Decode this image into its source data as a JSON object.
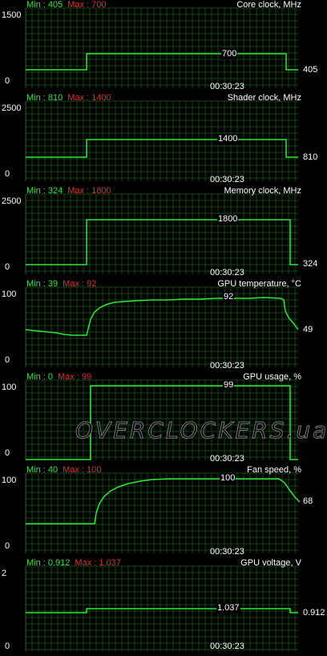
{
  "graphs": [
    {
      "id": "core",
      "title": "Core clock, MHz",
      "min_label": "Min : 405",
      "max_label": "Max : 700",
      "y_top": "1500",
      "y_bottom": "0",
      "time": "00:30:23",
      "peak_label": "700",
      "current_label": "405",
      "line_color": "#2fe83a"
    },
    {
      "id": "shader",
      "title": "Shader clock, MHz",
      "min_label": "Min : 810",
      "max_label": "Max : 1400",
      "y_top": "2500",
      "y_bottom": "0",
      "time": "00:30:23",
      "peak_label": "1400",
      "current_label": "810",
      "line_color": "#2fe83a"
    },
    {
      "id": "memory",
      "title": "Memory clock, MHz",
      "min_label": "Min : 324",
      "max_label": "Max : 1800",
      "y_top": "2500",
      "y_bottom": "0",
      "time": "00:30:23",
      "peak_label": "1800",
      "current_label": "324",
      "line_color": "#2fe83a"
    },
    {
      "id": "gputemp",
      "title": "GPU temperature, °C",
      "min_label": "Min : 39",
      "max_label": "Max : 92",
      "y_top": "100",
      "y_bottom": "0",
      "time": "00:30:23",
      "peak_label": "92",
      "current_label": "49",
      "line_color": "#2fe83a"
    },
    {
      "id": "gpuusage",
      "title": "GPU usage, %",
      "min_label": "Min : 0",
      "max_label": "Max : 99",
      "y_top": "100",
      "y_bottom": "0",
      "time": "00:30:23",
      "peak_label": "99",
      "current_label": "",
      "line_color": "#2fe83a"
    },
    {
      "id": "fan",
      "title": "Fan speed, %",
      "min_label": "Min : 40",
      "max_label": "Max : 100",
      "y_top": "100",
      "y_bottom": "0",
      "time": "00:30:23",
      "peak_label": "100",
      "current_label": "68",
      "line_color": "#2fe83a"
    },
    {
      "id": "voltage",
      "title": "GPU voltage, V",
      "min_label": "Min : 0.912",
      "max_label": "Max : 1.037",
      "y_top": "2",
      "y_bottom": "0",
      "time": "00:30:23",
      "peak_label": "1.037",
      "current_label": "0.912",
      "line_color": "#2fe83a"
    }
  ],
  "watermark": "OVERCLOCKERS.ua",
  "colors": {
    "grid": "#0b4a12",
    "line": "#2fe83a",
    "min": "#3fe14a",
    "max": "#e03030",
    "text": "#ffffff"
  }
}
